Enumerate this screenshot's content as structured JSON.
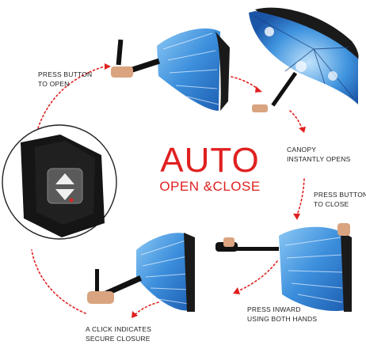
{
  "headline": {
    "title": "AUTO",
    "subtitle": "OPEN &CLOSE"
  },
  "captions": {
    "press_to_open": [
      "PRESS BUTTON",
      "TO OPEN"
    ],
    "canopy_opens": [
      "CANOPY",
      "INSTANTLY OPENS"
    ],
    "press_to_close": [
      "PRESS BUTTON",
      "TO CLOSE"
    ],
    "press_inward": [
      "PRESS INWARD",
      "USING BOTH HANDS"
    ],
    "click_secure": [
      "A CLICK  INDICATES",
      "SECURE CLOSURE"
    ]
  },
  "colors": {
    "accent_red": "#e02020",
    "sky_blue": "#2f86d6",
    "handle_black": "#111111"
  },
  "icons": [
    "umbrella-closed-top",
    "umbrella-open",
    "umbrella-inverting",
    "umbrella-closed-bottom",
    "handle-button-closeup"
  ]
}
